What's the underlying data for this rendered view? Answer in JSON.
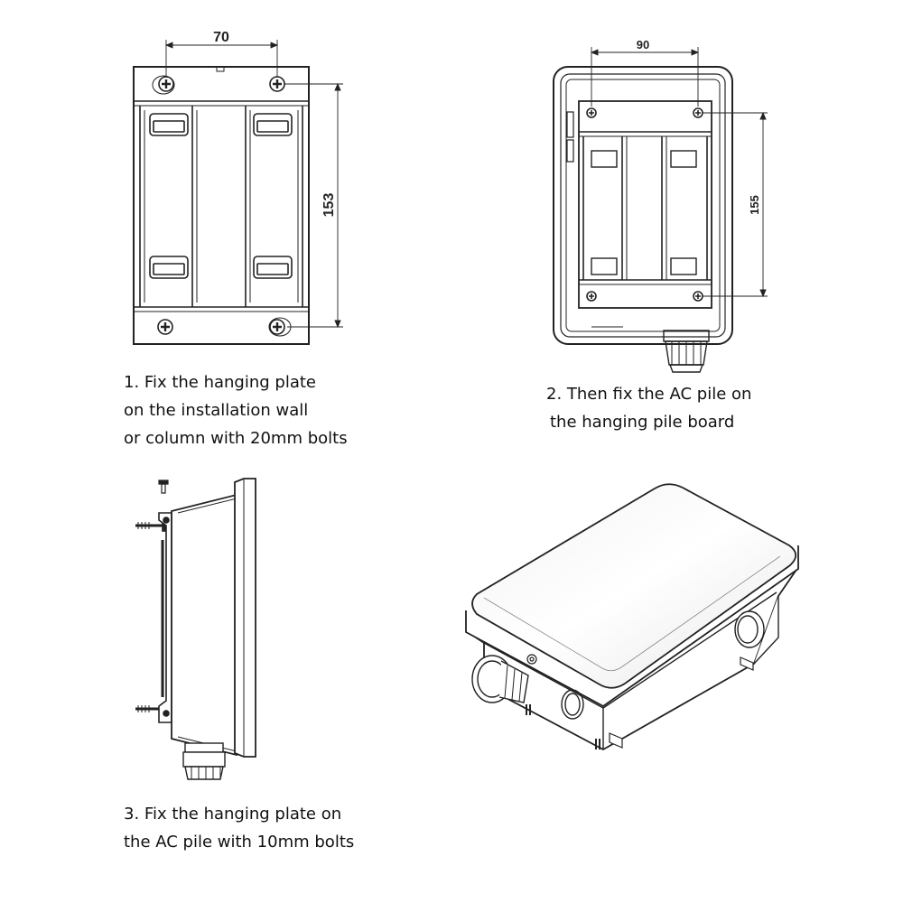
{
  "figures": {
    "step1": {
      "dim_width": "70",
      "dim_height": "153"
    },
    "step2": {
      "dim_width": "90",
      "dim_height": "155"
    }
  },
  "captions": {
    "step1": [
      "1. Fix the hanging plate",
      "on the installation wall",
      "or column with 20mm bolts"
    ],
    "step2": [
      "2. Then fix the AC pile on",
      "the hanging pile board"
    ],
    "step3": [
      "3. Fix the hanging plate on",
      "the AC pile with 10mm bolts"
    ]
  },
  "colors": {
    "line": "#222222",
    "background": "#ffffff"
  }
}
